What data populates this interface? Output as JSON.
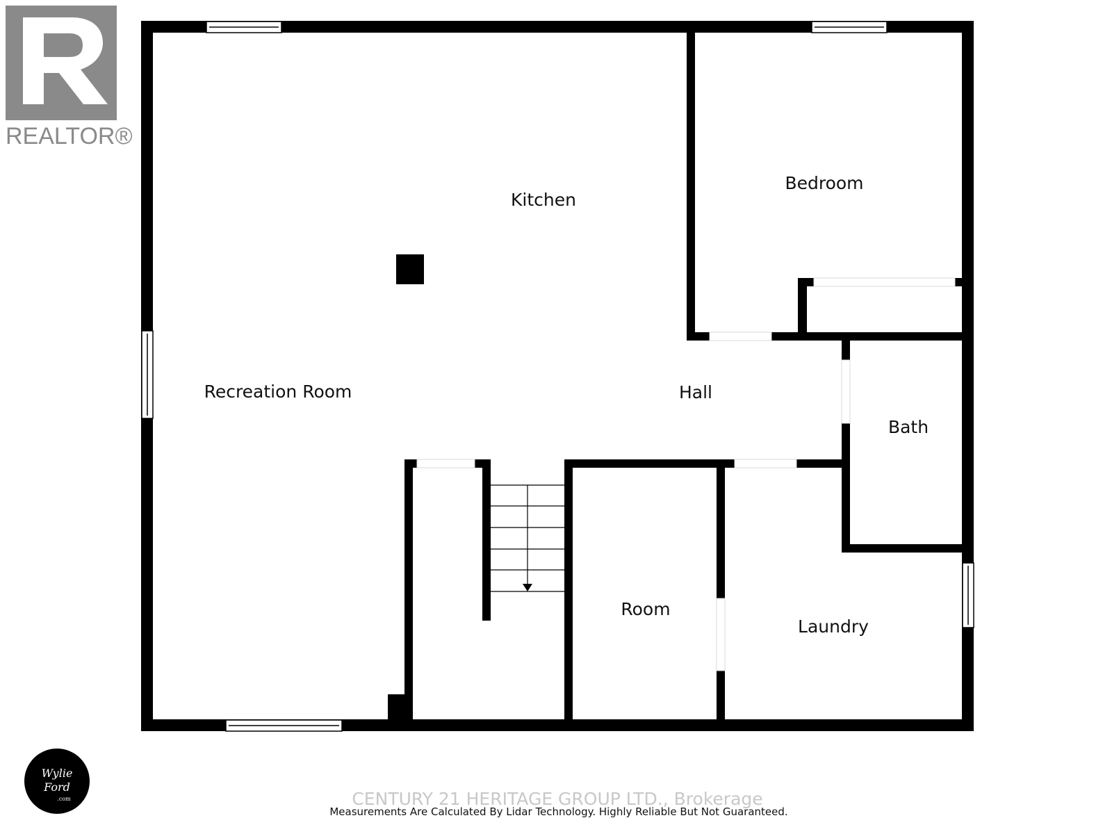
{
  "rooms": {
    "recreation": "Recreation Room",
    "kitchen": "Kitchen",
    "bedroom": "Bedroom",
    "hall": "Hall",
    "bath": "Bath",
    "room": "Room",
    "laundry": "Laundry"
  },
  "logo": {
    "text": "REALTOR®"
  },
  "watermark": "CENTURY 21 HERITAGE GROUP LTD., Brokerage",
  "footer": {
    "note": "Measurements Are Calculated By Lidar Technology. Highly Reliable But Not Guaranteed."
  },
  "badge": {
    "text": "Wylie Ford .com",
    "icon": "signature-badge-icon"
  },
  "colors": {
    "wall": "#000000",
    "logo_gray": "#8a8a8a",
    "watermark_gray": "#c8c8c8"
  }
}
